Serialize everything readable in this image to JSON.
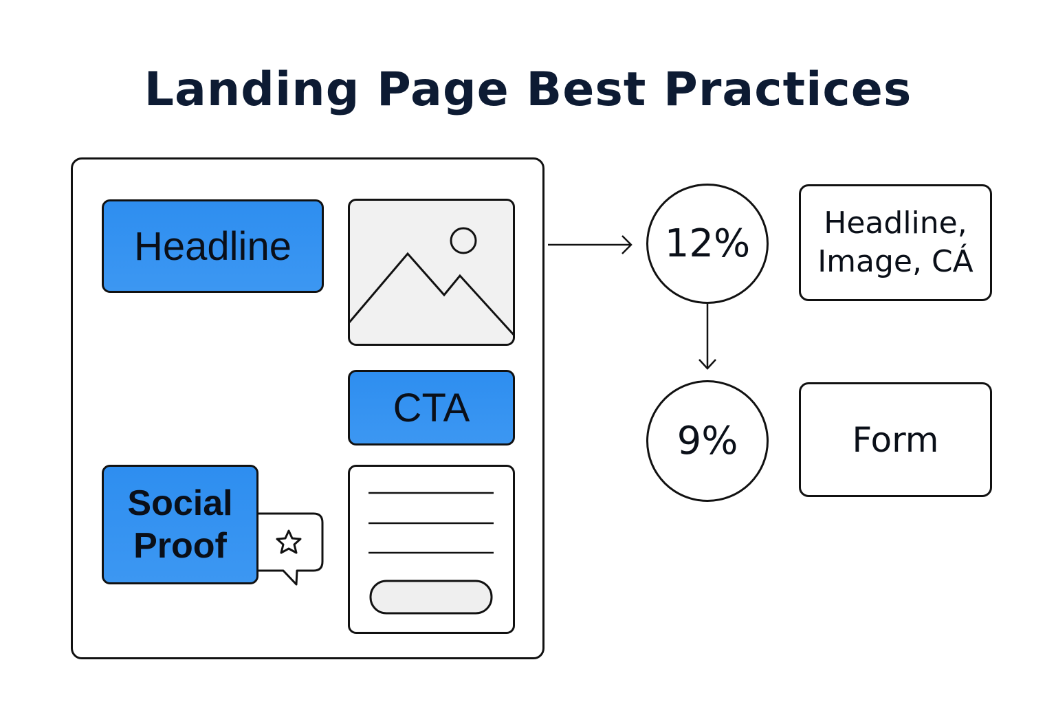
{
  "title": "Landing Page Best Practices",
  "wireframe": {
    "headline_label": "Headline",
    "cta_label": "CTA",
    "social_proof_line1": "Social",
    "social_proof_line2": "Proof",
    "star_icon": "star-icon",
    "image_icon": "image-placeholder-icon"
  },
  "flow": {
    "stat_top": "12%",
    "stat_bottom": "9%",
    "box_top_line1": "Headline,",
    "box_top_line2": "Image, CÁ",
    "box_bottom": "Form"
  },
  "colors": {
    "accent_blue": "#2e8ef0",
    "title_navy": "#0d1b33",
    "stroke": "#111111",
    "placeholder_gray": "#f1f1f1"
  }
}
